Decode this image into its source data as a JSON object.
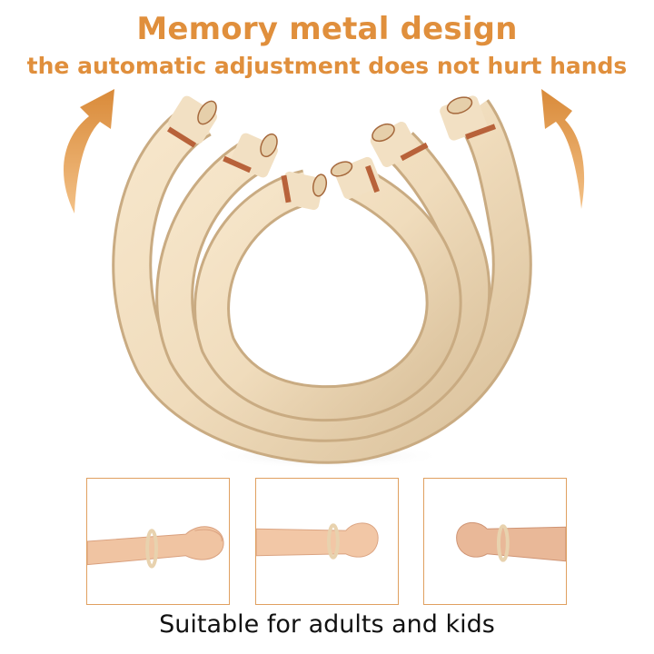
{
  "headline": {
    "title": "Memory metal design",
    "subtitle": "the automatic adjustment does not hurt hands"
  },
  "caption": "Suitable for adults and kids",
  "colors": {
    "accent": "#e08f3c",
    "band": "#f0dcbc",
    "band_shadow": "#d9c09a",
    "copper": "#b8623a",
    "skin": "#f2c7a6",
    "panel_border": "#e0a060"
  },
  "icons": [
    "arrow-up-left-icon",
    "arrow-up-right-icon"
  ],
  "panels": [
    {
      "name": "adult-wrist-panel"
    },
    {
      "name": "teen-wrist-panel"
    },
    {
      "name": "child-wrist-panel"
    }
  ]
}
